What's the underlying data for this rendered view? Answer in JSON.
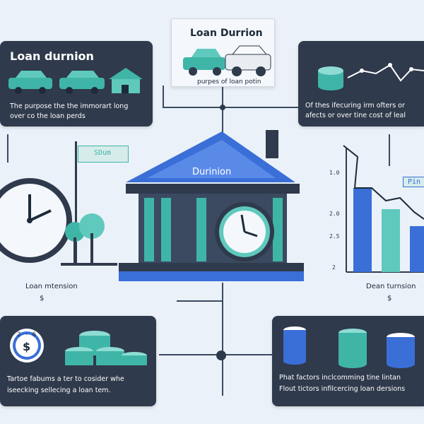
{
  "top_center": {
    "title": "Loan Durrion",
    "caption": "purpes of loan potin"
  },
  "top_left": {
    "title": "Loan durnion",
    "text_line1": "The purpose the the immorart long",
    "text_line2": "over co the loan perds"
  },
  "top_right": {
    "text_line1": "Of thes ifecuring irm ofters or",
    "text_line2": "afects or over tine cost of leal"
  },
  "center": {
    "building_label": "Durinion"
  },
  "left_mid": {
    "flag_text": "SDum",
    "caption": "Loan mtension",
    "currency_symbol": "$"
  },
  "right_mid": {
    "chart_label": "Pin",
    "axis_top": "1.0",
    "axis_mid": "2.0",
    "axis_low": "2.5",
    "axis_bottom": "2",
    "caption": "Dean turnsion",
    "currency_symbol": "$"
  },
  "bottom_left": {
    "badge_text": "2 · 6",
    "coin_symbol": "$",
    "text_line1": "Tartoe fabums a ter to cosider whe",
    "text_line2": "iseecking sellecing a loan tem."
  },
  "bottom_right": {
    "text_line1": "Phat factors inclcomming tine lintan",
    "text_line2": "Flout tictors infilcercing loan dersions"
  },
  "colors": {
    "card_dark": "#2f3a4c",
    "accent_blue": "#3a6fd8",
    "accent_teal": "#3fb5a8",
    "background": "#eaf1f8"
  }
}
